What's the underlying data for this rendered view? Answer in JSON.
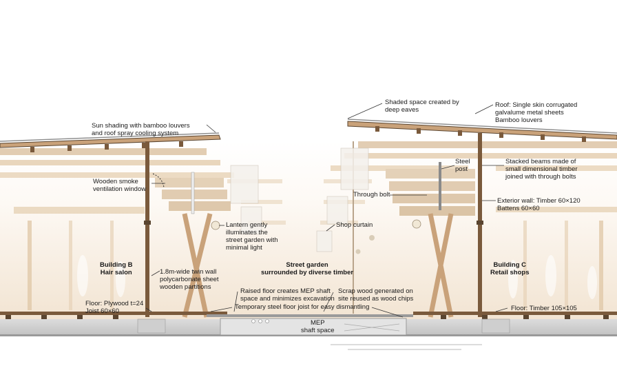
{
  "labels": {
    "sun_shading": "Sun shading with bamboo louvers\nand roof spray cooling system",
    "shaded_space": "Shaded space created by\ndeep eaves",
    "roof": "Roof: Single skin corrugated\ngalvalume metal sheets\nBamboo louvers",
    "steel_post": "Steel\npost",
    "stacked_beams": "Stacked beams made of\nsmall dimensional timber\njoined with through bolts",
    "smoke_window": "Wooden smoke\nventilation window",
    "through_bolt": "Through bolt",
    "exterior_wall": "Exterior wall: Timber 60×120\nBattens 60×60",
    "lantern": "Lantern gently\nilluminates the\nstreet garden with\nminimal light",
    "shop_curtain": "Shop curtain",
    "building_b": "Building B\nHair salon",
    "street_garden": "Street garden\nsurrounded by diverse timber",
    "building_c": "Building C\nRetail shops",
    "twin_wall": "1.8m-wide twin wall\npolycarbonate sheet\nwooden partitions",
    "raised_floor": "Raised floor creates MEP shaft\nspace and minimizes excavation",
    "scrap_wood": "Scrap wood generated on\nsite reused as wood chips",
    "floor_b": "Floor: Plywood t=24\nJoist 60×60",
    "temp_joist": "Temporary steel floor joist for easy dismantling",
    "floor_c": "Floor: Timber 105×105",
    "mep": "MEP\nshaft space"
  },
  "colors": {
    "timber": "#c9a27a",
    "timber_dark": "#7a5a3c",
    "roof_line": "#5a4530",
    "ground": "#d6d6d6",
    "ground_dark": "#9a9a9a",
    "haze": "#f3e7d8"
  }
}
